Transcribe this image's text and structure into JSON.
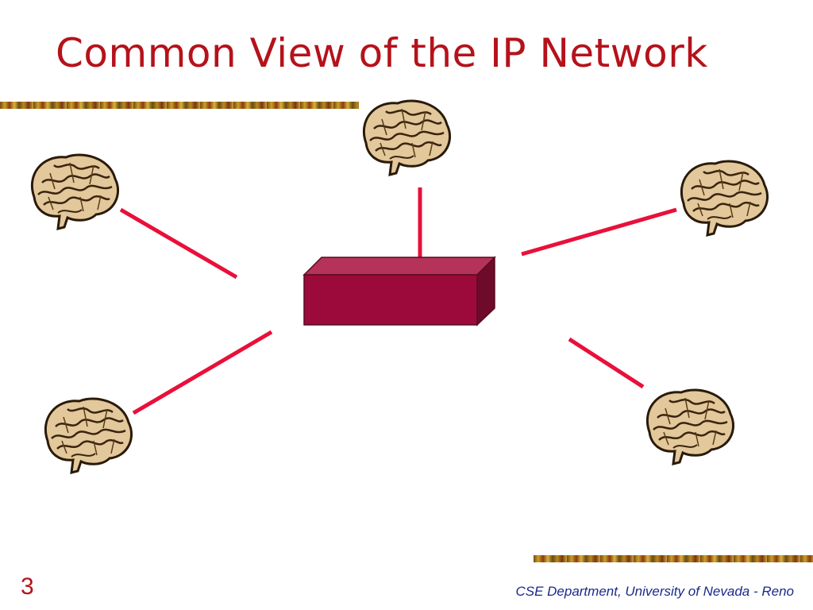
{
  "slide": {
    "title": "Common View of the IP Network",
    "number": "3",
    "footer": "CSE Department, University of Nevada - Reno"
  },
  "diagram": {
    "hub": {
      "icon": "router-box-icon",
      "color": "#9b0a3a"
    },
    "nodes": [
      {
        "id": "top",
        "icon": "brain-icon"
      },
      {
        "id": "upper-left",
        "icon": "brain-icon"
      },
      {
        "id": "upper-right",
        "icon": "brain-icon"
      },
      {
        "id": "lower-left",
        "icon": "brain-icon"
      },
      {
        "id": "lower-right",
        "icon": "brain-icon"
      }
    ],
    "link_color": "#e8103a"
  },
  "theme": {
    "title_color": "#b5121b",
    "footer_color": "#1a2a8a"
  }
}
